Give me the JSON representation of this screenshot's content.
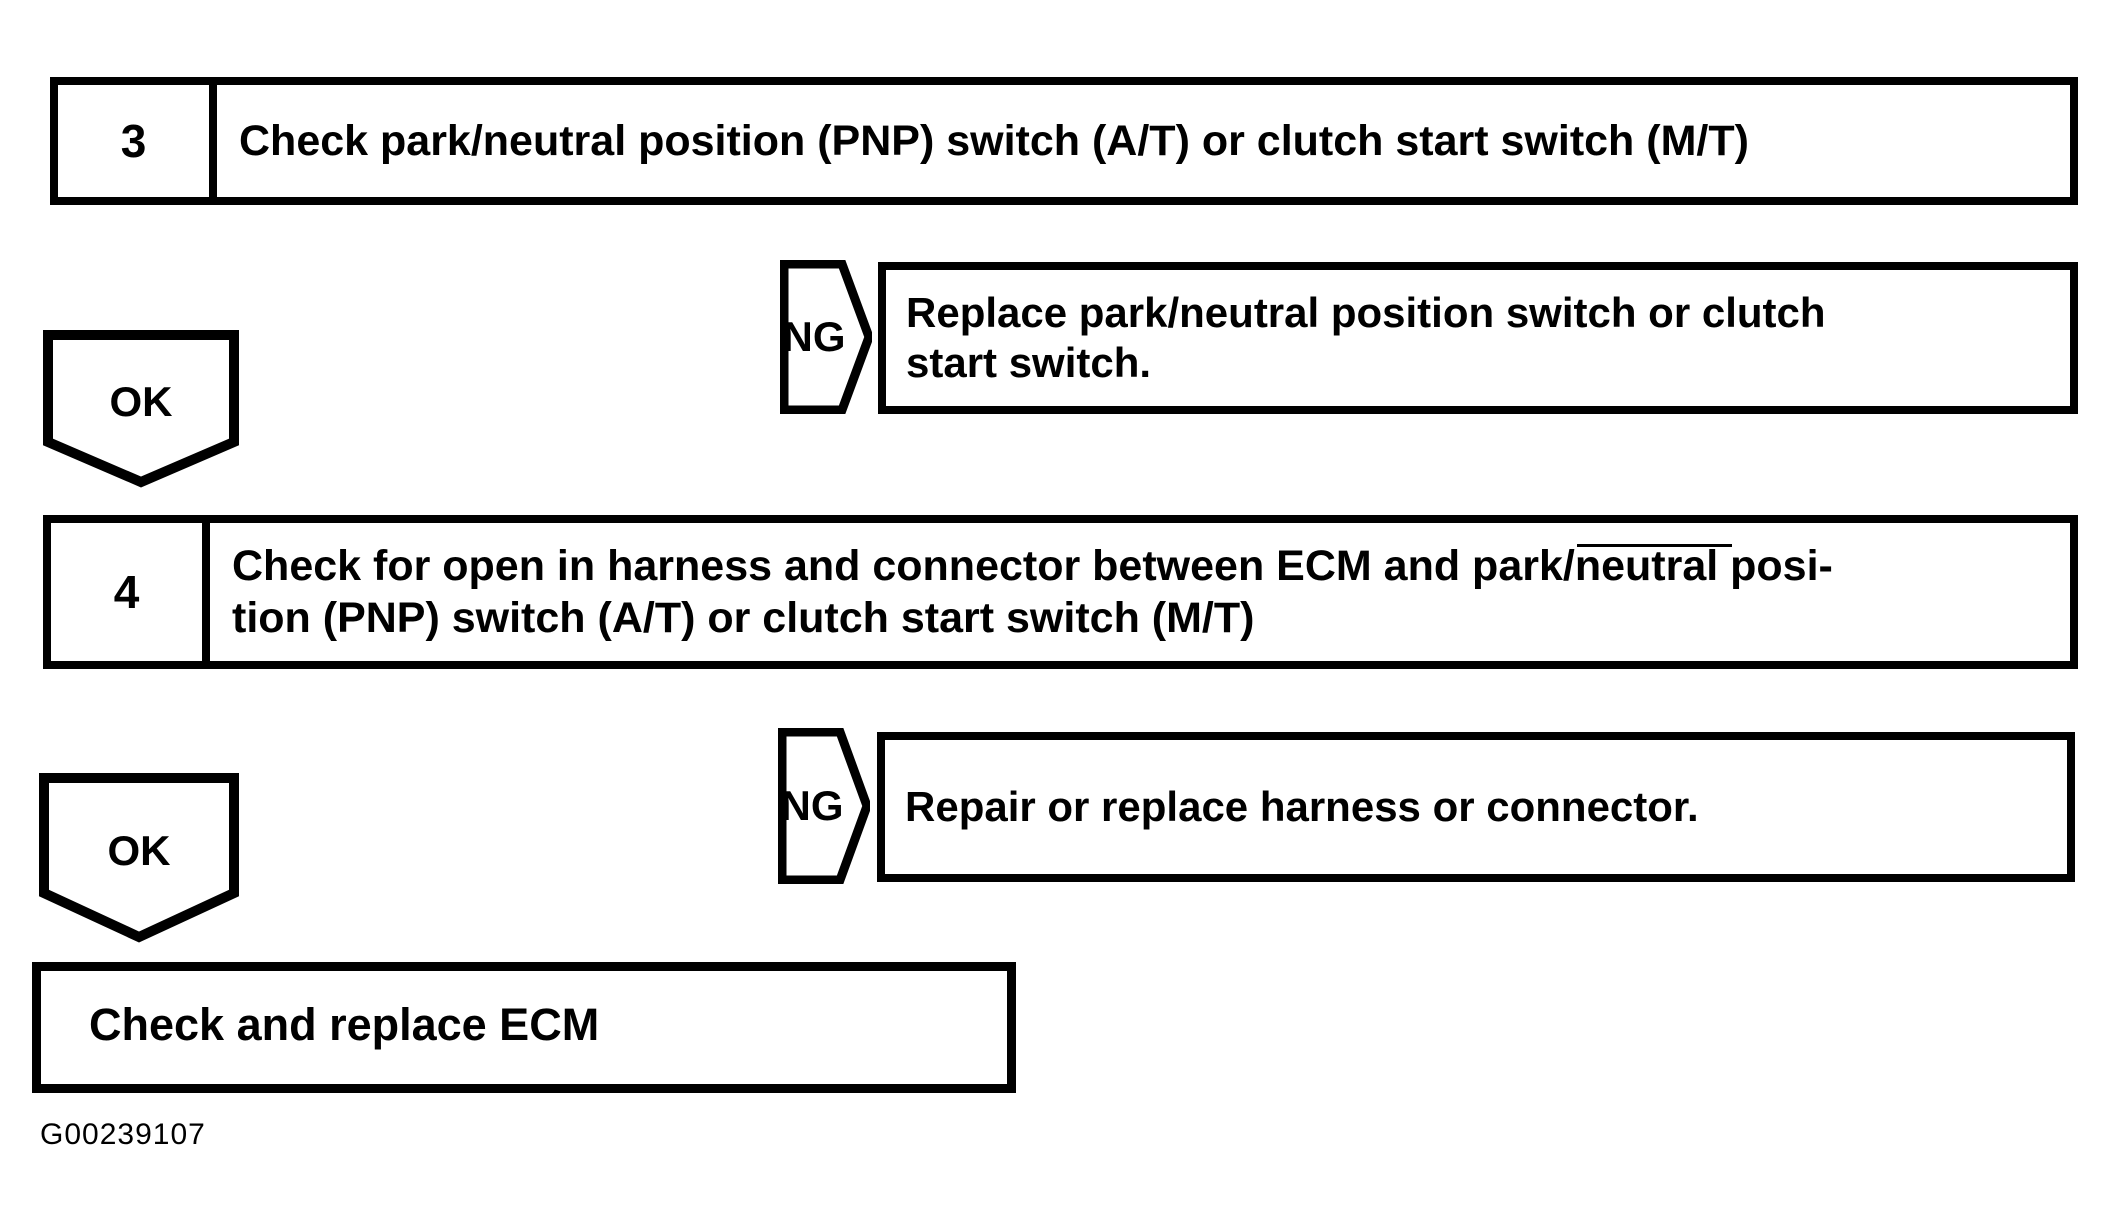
{
  "flowchart": {
    "steps": [
      {
        "number": "3",
        "text": "Check park/neutral position (PNP) switch (A/T) or clutch start switch (M/T)"
      },
      {
        "number": "4",
        "text": "Check for open in harness and connector between ECM and park/neutral posi-\ntion (PNP) switch (A/T) or clutch start switch (M/T)"
      }
    ],
    "ng_label": "NG",
    "ok_label": "OK",
    "ng_results": [
      "Replace park/neutral position switch or clutch\nstart switch.",
      "Repair or replace harness or connector."
    ],
    "final_action": "Check and replace ECM",
    "figure_id": "G00239107"
  },
  "colors": {
    "line": "#000000",
    "background": "#ffffff"
  }
}
